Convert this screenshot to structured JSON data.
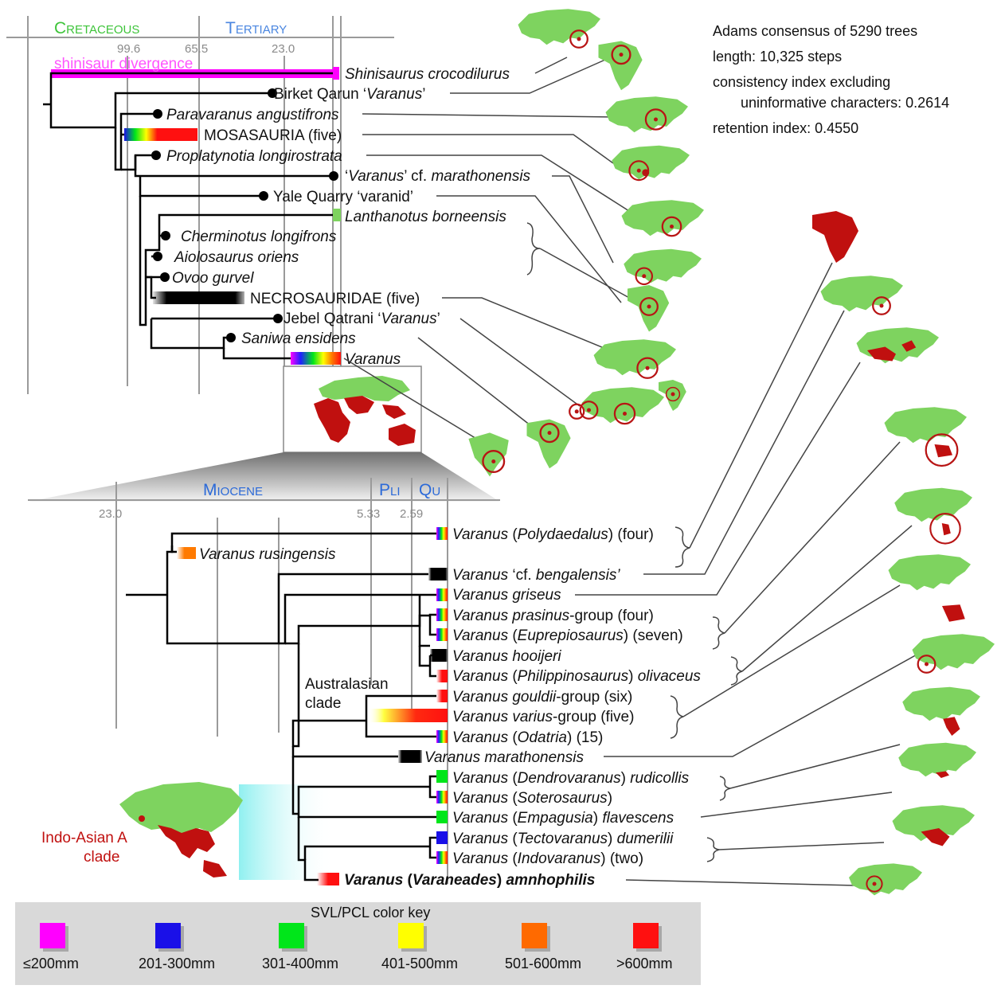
{
  "top_timescale": {
    "periods": [
      "Cretaceous",
      "Tertiary"
    ],
    "ticks": [
      "99.6",
      "65.5",
      "23.0"
    ],
    "divergence_label": "shinisaur divergence"
  },
  "bottom_timescale": {
    "periods": [
      "Miocene",
      "Pli",
      "Qu"
    ],
    "ticks": [
      "23.0",
      "5.33",
      "2.59"
    ]
  },
  "stats": {
    "line1": "Adams consensus of 5290 trees",
    "line2": "length: 10,325 steps",
    "line3": "consistency index excluding",
    "line4": "uninformative characters: 0.2614",
    "line5": "retention index: 0.4550"
  },
  "top_taxa": [
    {
      "parts": [
        {
          "t": "Shinisaurus crocodilurus",
          "i": true
        }
      ]
    },
    {
      "parts": [
        {
          "t": "Birket Qarun ‘",
          "i": false
        },
        {
          "t": "Varanus",
          "i": true
        },
        {
          "t": "’",
          "i": false
        }
      ]
    },
    {
      "parts": [
        {
          "t": "Paravaranus angustifrons",
          "i": true
        }
      ]
    },
    {
      "parts": [
        {
          "t": "MOSASAURIA (five)",
          "i": false
        }
      ]
    },
    {
      "parts": [
        {
          "t": "Proplatynotia longirostrata",
          "i": true
        }
      ]
    },
    {
      "parts": [
        {
          "t": "‘",
          "i": false
        },
        {
          "t": "Varanus",
          "i": true
        },
        {
          "t": "’ cf. ",
          "i": false
        },
        {
          "t": "marathonensis",
          "i": true
        }
      ]
    },
    {
      "parts": [
        {
          "t": "Yale Quarry ‘varanid’",
          "i": false
        }
      ]
    },
    {
      "parts": [
        {
          "t": "Lanthanotus borneensis",
          "i": true
        }
      ]
    },
    {
      "parts": [
        {
          "t": "Cherminotus longifrons",
          "i": true
        }
      ]
    },
    {
      "parts": [
        {
          "t": "Aiolosaurus oriens",
          "i": true
        }
      ]
    },
    {
      "parts": [
        {
          "t": "Ovoo gurvel",
          "i": true
        }
      ]
    },
    {
      "parts": [
        {
          "t": "NECROSAURIDAE (five)",
          "i": false
        }
      ]
    },
    {
      "parts": [
        {
          "t": "Jebel Qatrani ‘",
          "i": false
        },
        {
          "t": "Varanus",
          "i": true
        },
        {
          "t": "’",
          "i": false
        }
      ]
    },
    {
      "parts": [
        {
          "t": "Saniwa ensidens",
          "i": true
        }
      ]
    },
    {
      "parts": [
        {
          "t": "Varanus",
          "i": true
        }
      ]
    }
  ],
  "bottom_taxa": [
    {
      "parts": [
        {
          "t": "Varanus",
          "i": true
        },
        {
          "t": " (",
          "i": false
        },
        {
          "t": "Polydaedalus",
          "i": true
        },
        {
          "t": ") (four)",
          "i": false
        }
      ]
    },
    {
      "parts": [
        {
          "t": "Varanus rusingensis",
          "i": true
        }
      ]
    },
    {
      "parts": [
        {
          "t": "Varanus",
          "i": true
        },
        {
          "t": " ‘cf. ",
          "i": false
        },
        {
          "t": "bengalensis’",
          "i": true
        }
      ]
    },
    {
      "parts": [
        {
          "t": "Varanus griseus",
          "i": true
        }
      ]
    },
    {
      "parts": [
        {
          "t": "Varanus prasinus",
          "i": true
        },
        {
          "t": "-group (four)",
          "i": false
        }
      ]
    },
    {
      "parts": [
        {
          "t": "Varanus",
          "i": true
        },
        {
          "t": " (",
          "i": false
        },
        {
          "t": "Euprepiosaurus",
          "i": true
        },
        {
          "t": ") (seven)",
          "i": false
        }
      ]
    },
    {
      "parts": [
        {
          "t": "Varanus hooijeri",
          "i": true
        }
      ]
    },
    {
      "parts": [
        {
          "t": "Varanus",
          "i": true
        },
        {
          "t": " (",
          "i": false
        },
        {
          "t": "Philippinosaurus",
          "i": true
        },
        {
          "t": ") ",
          "i": false
        },
        {
          "t": "olivaceus",
          "i": true
        }
      ]
    },
    {
      "parts": [
        {
          "t": "Varanus gouldii",
          "i": true
        },
        {
          "t": "-group (six)",
          "i": false
        }
      ]
    },
    {
      "parts": [
        {
          "t": "Varanus varius",
          "i": true
        },
        {
          "t": "-group (five)",
          "i": false
        }
      ]
    },
    {
      "parts": [
        {
          "t": "Varanus",
          "i": true
        },
        {
          "t": " (",
          "i": false
        },
        {
          "t": "Odatria",
          "i": true
        },
        {
          "t": ") (15)",
          "i": false
        }
      ]
    },
    {
      "parts": [
        {
          "t": "Varanus marathonensis",
          "i": true
        }
      ]
    },
    {
      "parts": [
        {
          "t": "Varanus",
          "i": true
        },
        {
          "t": " (",
          "i": false
        },
        {
          "t": "Dendrovaranus",
          "i": true
        },
        {
          "t": ") ",
          "i": false
        },
        {
          "t": "rudicollis",
          "i": true
        }
      ]
    },
    {
      "parts": [
        {
          "t": "Varanus",
          "i": true
        },
        {
          "t": " (",
          "i": false
        },
        {
          "t": "Soterosaurus",
          "i": true
        },
        {
          "t": ")",
          "i": false
        }
      ]
    },
    {
      "parts": [
        {
          "t": "Varanus",
          "i": true
        },
        {
          "t": " (",
          "i": false
        },
        {
          "t": "Empagusia",
          "i": true
        },
        {
          "t": ") ",
          "i": false
        },
        {
          "t": "flavescens",
          "i": true
        }
      ]
    },
    {
      "parts": [
        {
          "t": "Varanus",
          "i": true
        },
        {
          "t": " (",
          "i": false
        },
        {
          "t": "Tectovaranus",
          "i": true
        },
        {
          "t": ") ",
          "i": false
        },
        {
          "t": "dumerilii",
          "i": true
        }
      ]
    },
    {
      "parts": [
        {
          "t": "Varanus",
          "i": true
        },
        {
          "t": " (",
          "i": false
        },
        {
          "t": "Indovaranus",
          "i": true
        },
        {
          "t": ") (two)",
          "i": false
        }
      ]
    },
    {
      "parts": [
        {
          "t": "Varanus",
          "i": true,
          "b": true
        },
        {
          "t": " (",
          "i": false,
          "b": true
        },
        {
          "t": "Varaneades",
          "i": true,
          "b": true
        },
        {
          "t": ") ",
          "i": false,
          "b": true
        },
        {
          "t": "amnhophilis",
          "i": true,
          "b": true
        }
      ]
    }
  ],
  "clade_labels": {
    "australasian_line1": "Australasian",
    "australasian_line2": "clade",
    "indoasian_line1": "Indo-Asian A",
    "indoasian_line2": "clade"
  },
  "color_key": {
    "title": "SVL/PCL color key",
    "items": [
      {
        "label": "≤200mm",
        "color": "#ff00ff"
      },
      {
        "label": "201-300mm",
        "color": "#1a10e8"
      },
      {
        "label": "301-400mm",
        "color": "#00e61a"
      },
      {
        "label": "401-500mm",
        "color": "#ffff00"
      },
      {
        "label": "501-600mm",
        "color": "#ff6a00"
      },
      {
        "label": ">600mm",
        "color": "#ff1010"
      }
    ]
  },
  "colors": {
    "cretaceous": "#3ec43a",
    "tertiary": "#4a86e0",
    "epoch": "#2c6ad8",
    "land": "#7ed35f",
    "range": "#c0100f"
  }
}
